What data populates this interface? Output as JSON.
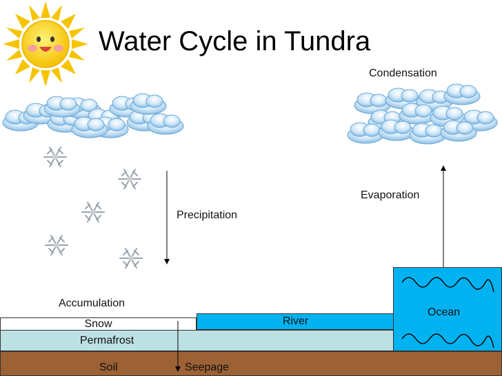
{
  "title": "Water Cycle in Tundra",
  "labels": {
    "condensation": "Condensation",
    "evaporation": "Evaporation",
    "precipitation": "Precipitation",
    "accumulation": "Accumulation",
    "seepage": "Seepage"
  },
  "layers": {
    "snow": "Snow",
    "permafrost": "Permafrost",
    "soil": "Soil",
    "river": "River",
    "ocean": "Ocean"
  },
  "colors": {
    "sun": "#f7d21b",
    "sun_rays": "#f5c400",
    "cloud": "#a9d3f2",
    "cloud_edge": "#6aa6d6",
    "snowflake": "#9aa3ab",
    "snow_layer": "#ffffff",
    "permafrost_layer": "#bde0e3",
    "soil_layer": "#9c6134",
    "river_layer": "#00b2ef",
    "ocean_layer": "#00b2ef"
  },
  "icons": [
    "sun-icon",
    "cloud-cluster-icon",
    "snowflake-icon",
    "wave-icon"
  ]
}
